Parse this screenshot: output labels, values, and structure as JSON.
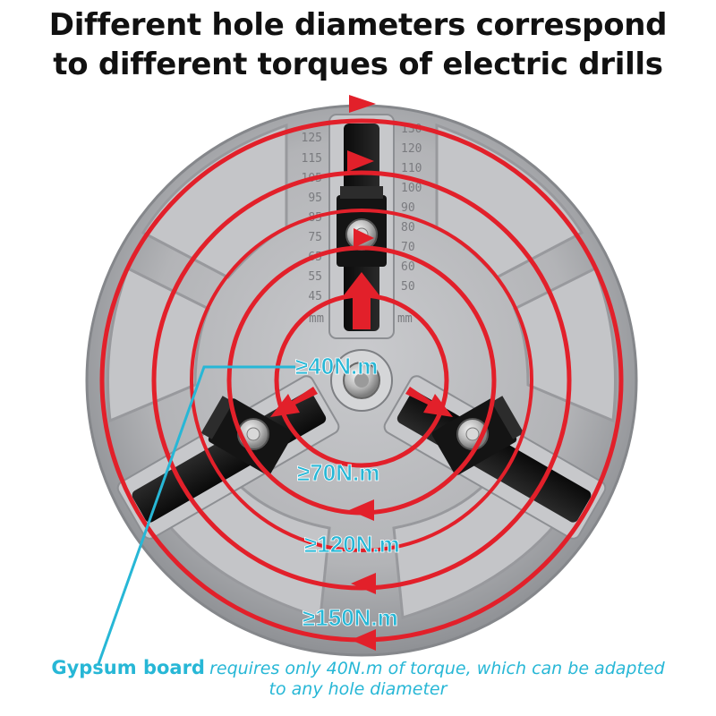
{
  "header": {
    "line1": "Different hole diameters correspond",
    "line2": "to different torques of electric drills"
  },
  "scale_left": [
    "125",
    "115",
    "105",
    "95",
    "85",
    "75",
    "65",
    "55",
    "45"
  ],
  "scale_right": [
    "130",
    "120",
    "110",
    "100",
    "90",
    "80",
    "70",
    "60",
    "50"
  ],
  "unit_left": "mm",
  "unit_right": "mm",
  "torque_labels": [
    "≥40N.m",
    "≥70N.m",
    "≥120N.m",
    "≥150N.m"
  ],
  "caption": {
    "strong": "Gypsum board",
    "rest_line1": "requires only 40N.m of torque, which can be adapted",
    "rest_line2": "to any hole diameter"
  },
  "colors": {
    "ring": "#e2202a",
    "label": "#27b7d6",
    "metal": "#b8b9bc",
    "metal_dark": "#8e9094",
    "clamp": "#111111"
  },
  "icons": [
    "circle-cutter-plate",
    "clamp-block-icon",
    "arrow-icon"
  ]
}
